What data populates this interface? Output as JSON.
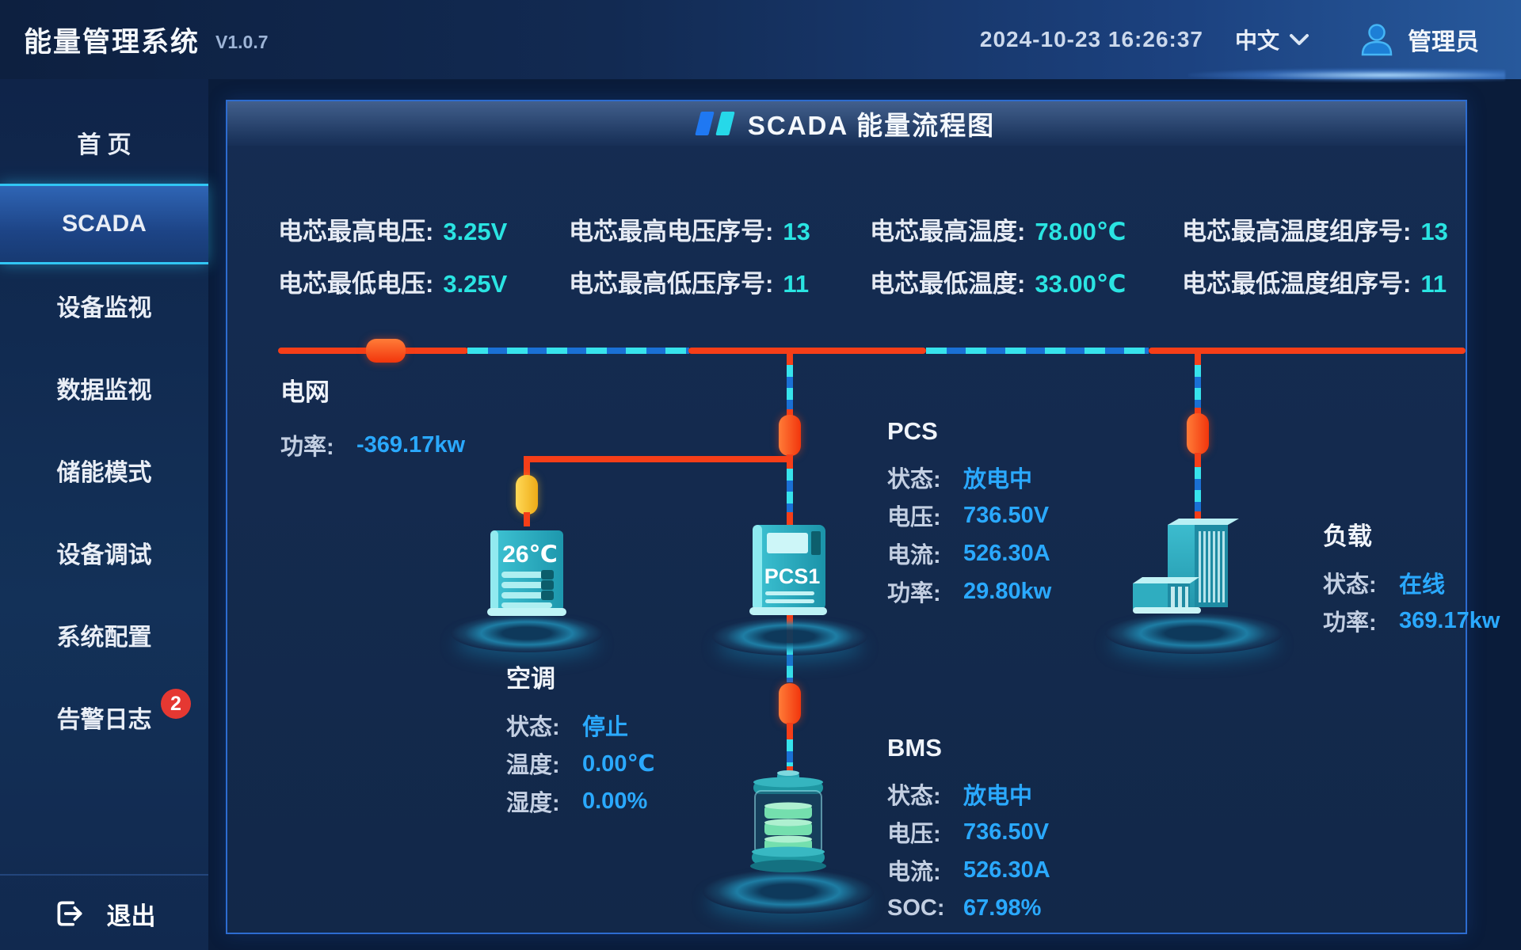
{
  "header": {
    "app_title": "能量管理系统",
    "version": "V1.0.7",
    "datetime": "2024-10-23  16:26:37",
    "language": "中文",
    "username": "管理员"
  },
  "sidebar": {
    "items": [
      {
        "label": "首 页"
      },
      {
        "label": "SCADA"
      },
      {
        "label": "设备监视"
      },
      {
        "label": "数据监视"
      },
      {
        "label": "储能模式"
      },
      {
        "label": "设备调试"
      },
      {
        "label": "系统配置"
      },
      {
        "label": "告警日志",
        "badge": "2"
      }
    ],
    "logout": "退出"
  },
  "main": {
    "title": "SCADA 能量流程图",
    "stats": [
      {
        "label": "电芯最高电压:",
        "value": "3.25V"
      },
      {
        "label": "电芯最高电压序号:",
        "value": "13"
      },
      {
        "label": "电芯最高温度:",
        "value": "78.00℃"
      },
      {
        "label": "电芯最高温度组序号:",
        "value": "13"
      },
      {
        "label": "电芯最低电压:",
        "value": "3.25V"
      },
      {
        "label": "电芯最高低压序号:",
        "value": "11"
      },
      {
        "label": "电芯最低温度:",
        "value": "33.00℃"
      },
      {
        "label": "电芯最低温度组序号:",
        "value": "11"
      }
    ],
    "grid": {
      "name": "电网",
      "rows": [
        {
          "label": "功率:",
          "value": "-369.17kw"
        }
      ]
    },
    "ac": {
      "name": "空调",
      "device_temp": "26℃",
      "rows": [
        {
          "label": "状态:",
          "value": "停止"
        },
        {
          "label": "温度:",
          "value": "0.00℃"
        },
        {
          "label": "湿度:",
          "value": "0.00%"
        }
      ]
    },
    "pcs": {
      "name": "PCS",
      "device_label": "PCS1",
      "rows": [
        {
          "label": "状态:",
          "value": "放电中"
        },
        {
          "label": "电压:",
          "value": "736.50V"
        },
        {
          "label": "电流:",
          "value": "526.30A"
        },
        {
          "label": "功率:",
          "value": "29.80kw"
        }
      ]
    },
    "bms": {
      "name": "BMS",
      "rows": [
        {
          "label": "状态:",
          "value": "放电中"
        },
        {
          "label": "电压:",
          "value": "736.50V"
        },
        {
          "label": "电流:",
          "value": "526.30A"
        },
        {
          "label": "SOC:",
          "value": "67.98%"
        }
      ]
    },
    "load": {
      "name": "负载",
      "rows": [
        {
          "label": "状态:",
          "value": "在线"
        },
        {
          "label": "功率:",
          "value": "369.17kw"
        }
      ]
    }
  },
  "colors": {
    "accent_blue": "#2aa9ff",
    "stat_cyan": "#2ae4e2",
    "line_red": "#f63e18",
    "dash_cyan": "#37e3ec",
    "dash_blue": "#1a70d5",
    "breaker_orange": "#f2470e",
    "breaker_yellow": "#f6c12d",
    "device_teal": "#2cb6c8",
    "alarm_red": "#e53832"
  }
}
